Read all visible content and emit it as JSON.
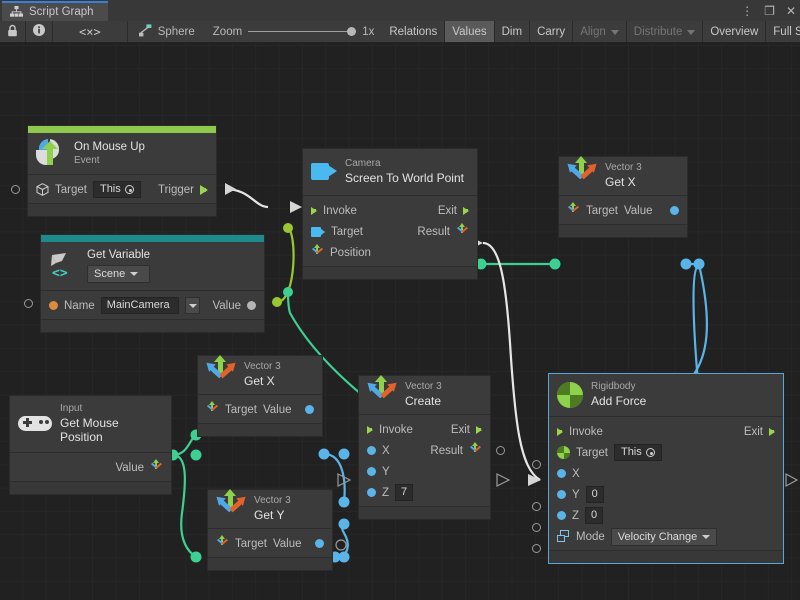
{
  "window": {
    "tab_label": "Script Graph",
    "tab_icon": "script-graph-icon",
    "menu_icon": "kebab-menu-icon",
    "maximize_icon": "maximize-icon",
    "close_icon": "close-icon"
  },
  "toolbar": {
    "lock_icon": "lock-icon",
    "info_icon": "info-icon",
    "code_icon": "code-brackets-icon",
    "object_icon": "script-graph-asset-icon",
    "object_label": "Sphere",
    "zoom_label": "Zoom",
    "zoom_value": "1x",
    "buttons": [
      {
        "label": "Relations",
        "state": "normal"
      },
      {
        "label": "Values",
        "state": "active"
      },
      {
        "label": "Dim",
        "state": "normal"
      },
      {
        "label": "Carry",
        "state": "normal"
      },
      {
        "label": "Align",
        "state": "dim",
        "dropdown": true
      },
      {
        "label": "Distribute",
        "state": "dim",
        "dropdown": true
      },
      {
        "label": "Overview",
        "state": "normal"
      },
      {
        "label": "Full Screen",
        "state": "normal"
      }
    ]
  },
  "colors": {
    "event_accent": "#8ec94d",
    "variable_accent": "#1f8a8a",
    "selection": "#57a8d8",
    "flow_edge": "#e6e6e6",
    "value_edge_green": "#3ecf92",
    "value_edge_blue": "#5ab4e8",
    "value_edge_olive": "#98c733",
    "canvas_bg": "#212121",
    "node_bg": "#3b3b3b"
  },
  "nodes": {
    "on_mouse_up": {
      "title_sub": "On Mouse Up",
      "title_main": "Event",
      "icon": "mouse-event-icon",
      "target_label": "Target",
      "target_value": "This",
      "trigger_label": "Trigger"
    },
    "get_variable": {
      "title_sub": "Get Variable",
      "icon": "unity-variable-icon",
      "kind_label": "Scene",
      "name_label": "Name",
      "name_value": "MainCamera",
      "value_label": "Value"
    },
    "screen_to_world_point": {
      "title_sub": "Camera",
      "title_main": "Screen To World Point",
      "icon": "camera-icon",
      "invoke_label": "Invoke",
      "exit_label": "Exit",
      "target_label": "Target",
      "result_label": "Result",
      "position_label": "Position"
    },
    "vector3_get_x_top": {
      "title_sub": "Vector 3",
      "title_main": "Get X",
      "icon": "vector3-icon",
      "target_label": "Target",
      "value_label": "Value"
    },
    "input_get_mouse_position": {
      "title_sub": "Input",
      "title_main": "Get Mouse Position",
      "icon": "gamepad-icon",
      "value_label": "Value"
    },
    "vector3_get_x_mid": {
      "title_sub": "Vector 3",
      "title_main": "Get X",
      "icon": "vector3-icon",
      "target_label": "Target",
      "value_label": "Value"
    },
    "vector3_get_y": {
      "title_sub": "Vector 3",
      "title_main": "Get Y",
      "icon": "vector3-icon",
      "target_label": "Target",
      "value_label": "Value"
    },
    "vector3_create": {
      "title_sub": "Vector 3",
      "title_main": "Create",
      "icon": "vector3-icon",
      "invoke_label": "Invoke",
      "exit_label": "Exit",
      "x_label": "X",
      "y_label": "Y",
      "z_label": "Z",
      "z_value": "7",
      "result_label": "Result"
    },
    "rigidbody_add_force": {
      "title_sub": "Rigidbody",
      "title_main": "Add Force",
      "icon": "rigidbody-icon",
      "selected": true,
      "invoke_label": "Invoke",
      "exit_label": "Exit",
      "target_label": "Target",
      "target_value": "This",
      "x_label": "X",
      "y_label": "Y",
      "y_value": "0",
      "z_label": "Z",
      "z_value": "0",
      "mode_label": "Mode",
      "mode_value": "Velocity Change"
    }
  }
}
